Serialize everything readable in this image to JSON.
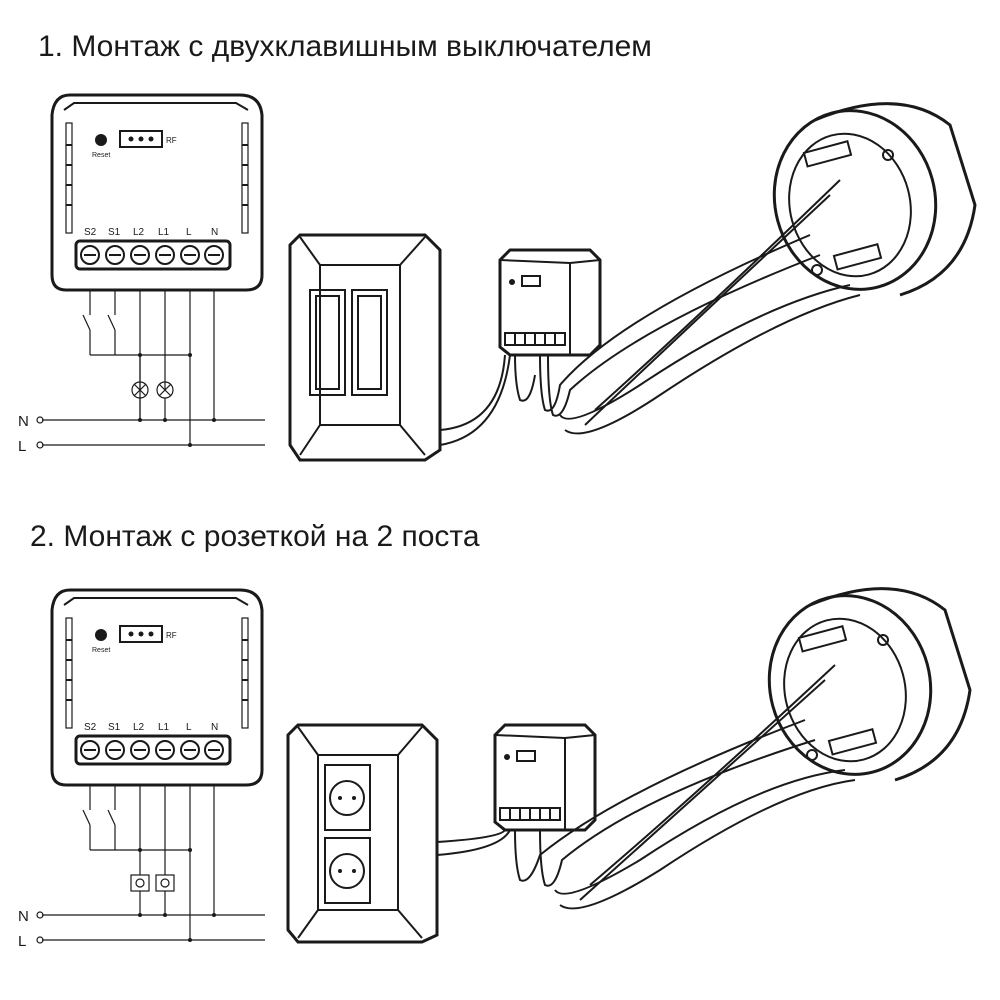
{
  "sections": [
    {
      "title": "1. Монтаж с двухклавишным выключателем",
      "load": "lamps",
      "module": {
        "reset_label": "Reset",
        "rf_label": "RF",
        "terminals": [
          "S2",
          "S1",
          "L2",
          "L1",
          "L",
          "N"
        ]
      },
      "lines": {
        "n": "N",
        "l": "L"
      }
    },
    {
      "title": "2. Монтаж с розеткой на 2 поста",
      "load": "sockets",
      "module": {
        "reset_label": "Reset",
        "rf_label": "RF",
        "terminals": [
          "S2",
          "S1",
          "L2",
          "L1",
          "L",
          "N"
        ]
      },
      "lines": {
        "n": "N",
        "l": "L"
      }
    }
  ],
  "colors": {
    "ink": "#1a1a1a",
    "background": "#ffffff"
  },
  "icons": [
    "module-icon",
    "switch-icon",
    "lamp-icon",
    "socket-icon",
    "junction-box-icon"
  ]
}
